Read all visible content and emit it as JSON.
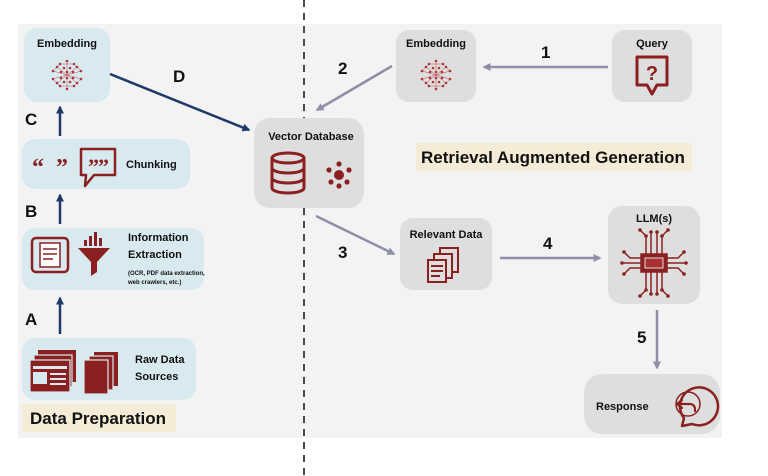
{
  "colors": {
    "maroon": "#8b2020",
    "navy": "#1f3a68",
    "gray_arrow": "#8e8ea6",
    "blue_box": "#d8eaf0",
    "gray_box": "#dedede",
    "title_bg": "#f4ecd6",
    "panel_bg": "#f3f3f3"
  },
  "sections": {
    "data_preparation": "Data Preparation",
    "rag": "Retrieval Augmented Generation"
  },
  "nodes": {
    "embedding_left": "Embedding",
    "chunking": "Chunking",
    "information_extraction_line1": "Information",
    "information_extraction_line2": "Extraction",
    "information_extraction_note_line1": "(OCR, PDF data extraction,",
    "information_extraction_note_line2": "web crawlers, etc.)",
    "raw_data_line1": "Raw Data",
    "raw_data_line2": "Sources",
    "vector_database": "Vector Database",
    "embedding_right": "Embedding",
    "query": "Query",
    "relevant_data": "Relevant Data",
    "llm": "LLM(s)",
    "response": "Response"
  },
  "quote_glyphs": {
    "open": "“",
    "close": "”"
  },
  "steps": {
    "a": "A",
    "b": "B",
    "c": "C",
    "d": "D",
    "s1": "1",
    "s2": "2",
    "s3": "3",
    "s4": "4",
    "s5": "5"
  }
}
